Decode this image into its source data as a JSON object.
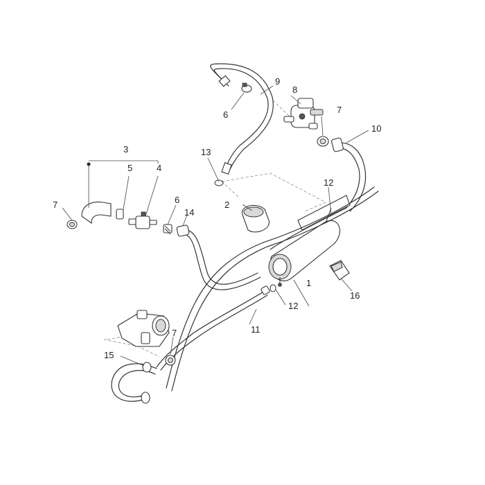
{
  "callouts": {
    "c1": "1",
    "c2": "2",
    "c3": "3",
    "c4": "4",
    "c5": "5",
    "c6a": "6",
    "c6b": "6",
    "c7a": "7",
    "c7b": "7",
    "c7c": "7",
    "c8": "8",
    "c9": "9",
    "c10": "10",
    "c11": "11",
    "c12a": "12",
    "c12b": "12",
    "c13": "13",
    "c14": "14",
    "c15": "15",
    "c16": "16"
  }
}
